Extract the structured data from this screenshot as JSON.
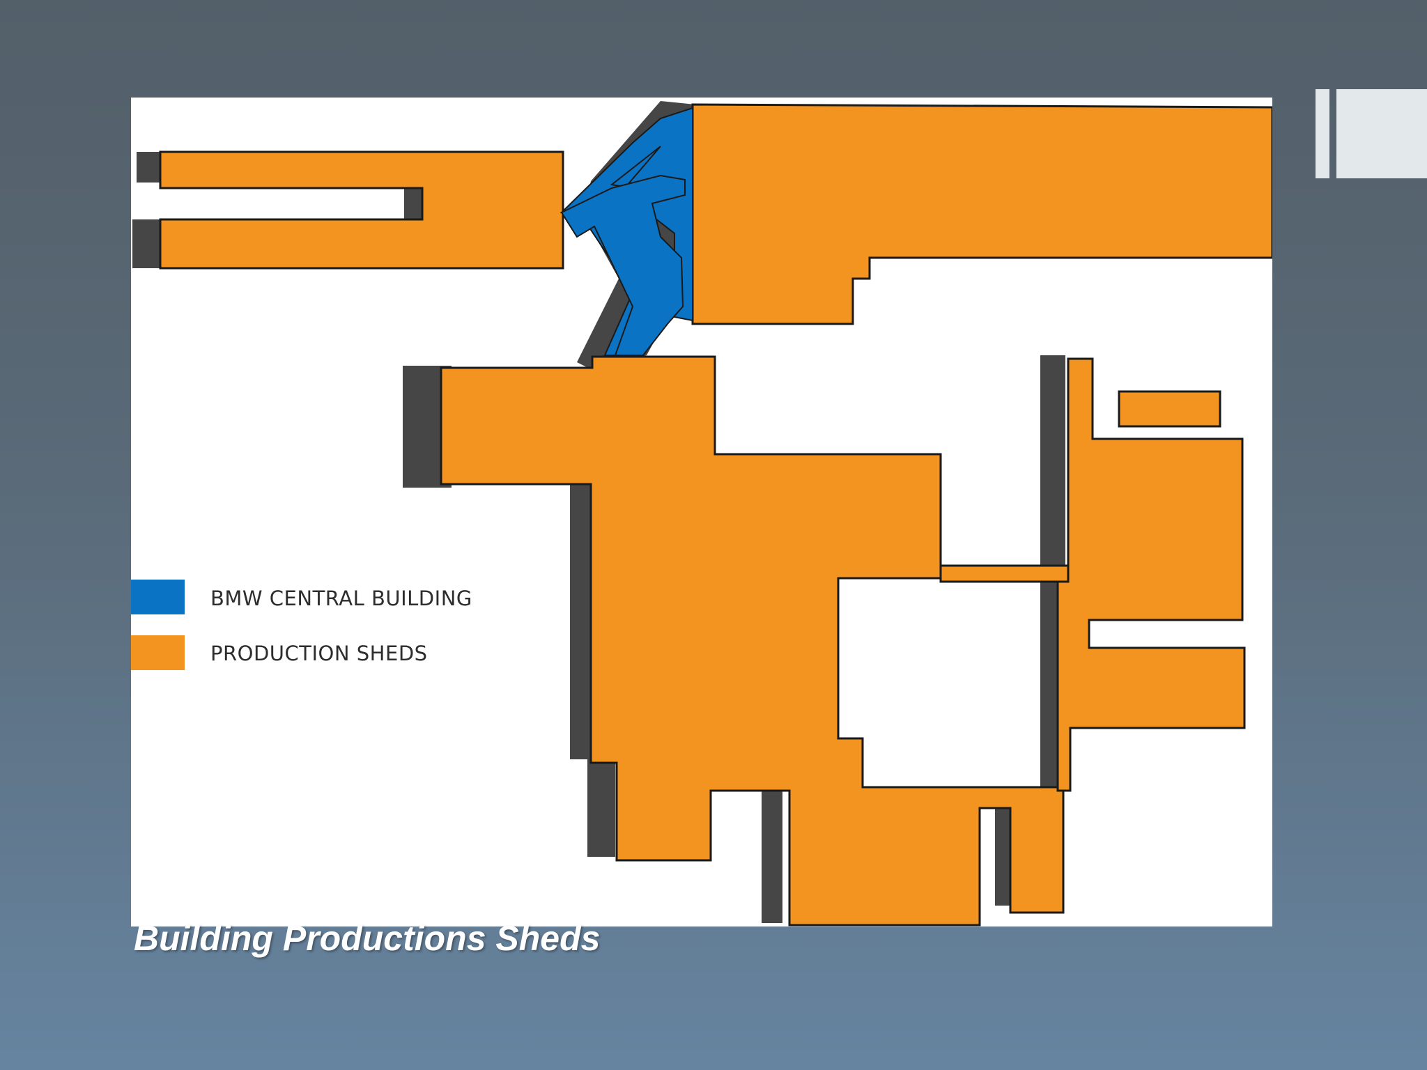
{
  "legend": [
    {
      "label": "BMW CENTRAL BUILDING",
      "color": "#0a73c4"
    },
    {
      "label": "PRODUCTION SHEDS",
      "color": "#f39420"
    }
  ],
  "caption": "Building Productions Sheds",
  "colors": {
    "central_building": "#0a73c4",
    "production_sheds": "#f39420",
    "shadow": "#464646",
    "outline": "#1a1a1a",
    "frame": "#ffffff",
    "accent_block": "#e3e9ea"
  }
}
